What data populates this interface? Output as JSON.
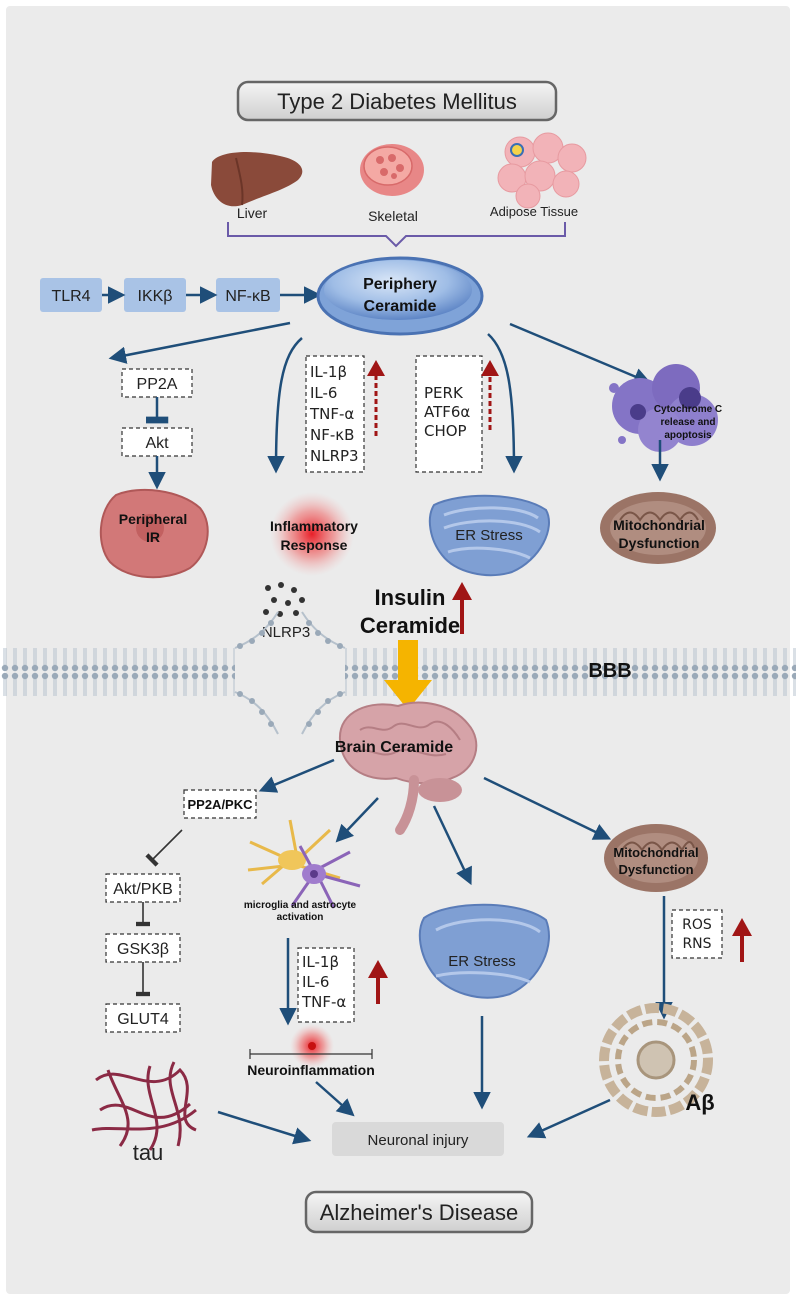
{
  "header": {
    "title": "Type 2 Diabetes Mellitus"
  },
  "tissues": {
    "liver": "Liver",
    "skeletal": "Skeletal",
    "adipose": "Adipose Tissue"
  },
  "periphery": {
    "pathway": [
      "TLR4",
      "IKKβ",
      "NF-κB"
    ],
    "ceramide_line1": "Periphery",
    "ceramide_line2": "Ceramide",
    "pp2a": "PP2A",
    "akt": "Akt",
    "ir_line1": "Peripheral",
    "ir_line2": "IR",
    "cytokines": [
      "IL-1β",
      "IL-6",
      "TNF-α",
      "NF-κB",
      "NLRP3"
    ],
    "inflam_line1": "Inflammatory",
    "inflam_line2": "Response",
    "er_markers": [
      "PERK",
      "ATF6α",
      "CHOP"
    ],
    "er_stress": "ER Stress",
    "cyto_lines": [
      "Cytochrome C",
      "release and",
      "apoptosis"
    ],
    "mito_line1": "Mitochondrial",
    "mito_line2": "Dysfunction",
    "nlrp3": "NLRP3",
    "insulin": "Insulin",
    "ceramide": "Ceramide",
    "bbb": "BBB"
  },
  "brain": {
    "ceramide": "Brain Ceramide",
    "pp2a_pkc": "PP2A/PKC",
    "akt_pkb": "Akt/PKB",
    "gsk3b": "GSK3β",
    "glut4": "GLUT4",
    "tau": "tau",
    "glia_line1": "microglia and astrocyte",
    "glia_line2": "activation",
    "cytokines": [
      "IL-1β",
      "IL-6",
      "TNF-α"
    ],
    "neuroinflammation": "Neuroinflammation",
    "er_stress": "ER Stress",
    "mito_line1": "Mitochondrial",
    "mito_line2": "Dysfunction",
    "ros": "ROS",
    "rns": "RNS",
    "abeta": "Aβ",
    "neuronal_injury": "Neuronal injury"
  },
  "footer": {
    "title": "Alzheimer's Disease"
  },
  "colors": {
    "background": "#ebebeb",
    "arrow": "#1f4e79",
    "up_arrow": "#a01515",
    "bbb_arrow": "#f5b400",
    "box_fill": "#a9c3e6",
    "er": "#7f9fd3",
    "mito": "#9b7466",
    "ir_cell": "#d27878",
    "tau": "#8b2a45"
  }
}
